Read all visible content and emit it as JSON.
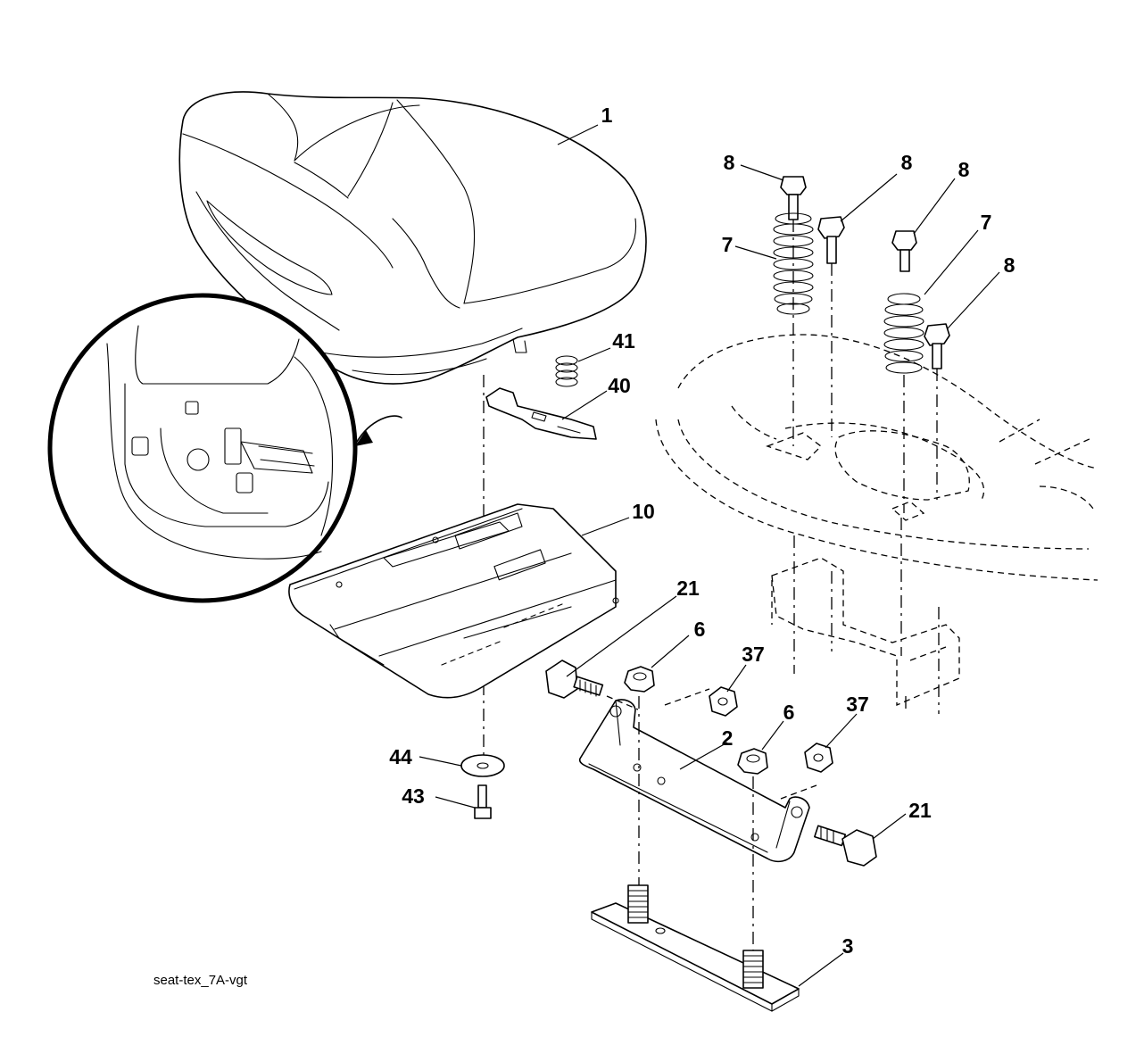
{
  "callouts": {
    "c1": "1",
    "c8a": "8",
    "c8b": "8",
    "c8c": "8",
    "c8d": "8",
    "c7a": "7",
    "c7b": "7",
    "c41": "41",
    "c40": "40",
    "c10": "10",
    "c21a": "21",
    "c6a": "6",
    "c37a": "37",
    "c2": "2",
    "c6b": "6",
    "c37b": "37",
    "c44": "44",
    "c43": "43",
    "c21b": "21",
    "c3": "3"
  },
  "caption": "seat-tex_7A-vgt"
}
